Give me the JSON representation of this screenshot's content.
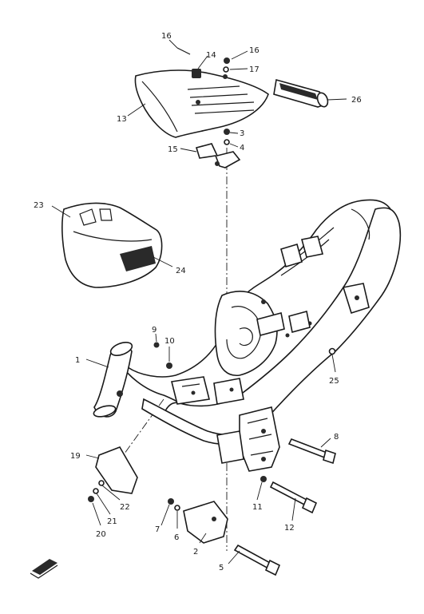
{
  "callouts": [
    {
      "key": "c1",
      "text": "1"
    },
    {
      "key": "c2",
      "text": "2"
    },
    {
      "key": "c3",
      "text": "3"
    },
    {
      "key": "c4",
      "text": "4"
    },
    {
      "key": "c5",
      "text": "5"
    },
    {
      "key": "c6",
      "text": "6"
    },
    {
      "key": "c7",
      "text": "7"
    },
    {
      "key": "c8",
      "text": "8"
    },
    {
      "key": "c9",
      "text": "9"
    },
    {
      "key": "c10",
      "text": "10"
    },
    {
      "key": "c11",
      "text": "11"
    },
    {
      "key": "c12",
      "text": "12"
    },
    {
      "key": "c13",
      "text": "13"
    },
    {
      "key": "c14",
      "text": "14"
    },
    {
      "key": "c15",
      "text": "15"
    },
    {
      "key": "c16a",
      "text": "16"
    },
    {
      "key": "c16b",
      "text": "16"
    },
    {
      "key": "c17",
      "text": "17"
    },
    {
      "key": "c19",
      "text": "19"
    },
    {
      "key": "c20",
      "text": "20"
    },
    {
      "key": "c21",
      "text": "21"
    },
    {
      "key": "c22",
      "text": "22"
    },
    {
      "key": "c23",
      "text": "23"
    },
    {
      "key": "c24",
      "text": "24"
    },
    {
      "key": "c25",
      "text": "25"
    },
    {
      "key": "c26",
      "text": "26"
    }
  ],
  "colors": {
    "ink": "#1a1a1a",
    "paper": "#ffffff"
  }
}
